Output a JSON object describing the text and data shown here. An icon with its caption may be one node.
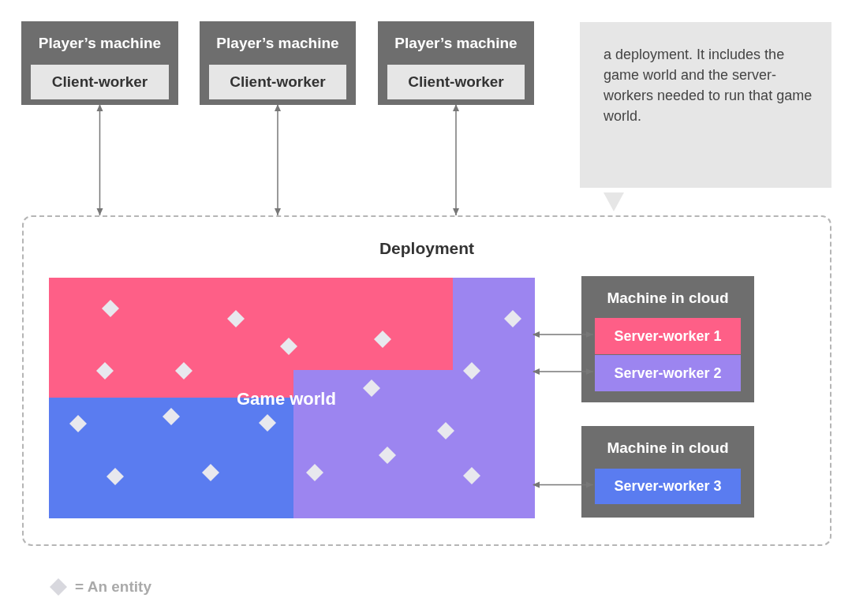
{
  "diagram": {
    "nodes": [
      {
        "text": [
          "Player’s machine"
        ]
      },
      {
        "text": [
          "Client-worker"
        ],
        "in": 0
      },
      {
        "text": [
          "Player’s machine"
        ]
      },
      {
        "text": [
          "Client-worker"
        ],
        "in": 2
      },
      {
        "text": [
          "Player’s machine"
        ]
      },
      {
        "text": [
          "Client-worker"
        ],
        "in": 4
      },
      {
        "text": [
          "a deployment. It includes the game world and the server-workers needed to run that game world."
        ]
      },
      {
        "text": [
          "Deployment"
        ]
      },
      {
        "text": [
          "Game world"
        ],
        "in": 7
      },
      {
        "text": [
          "Machine in cloud"
        ],
        "in": 7
      },
      {
        "text": [
          "Server-worker 1"
        ],
        "in": 9
      },
      {
        "text": [
          "Server-worker 2"
        ],
        "in": 9
      },
      {
        "text": [
          "Machine in cloud"
        ],
        "in": 7
      },
      {
        "text": [
          "Server-worker 3"
        ],
        "in": 12
      }
    ],
    "edges": [
      {
        "from": 0,
        "to": 7,
        "arrow": "both"
      },
      {
        "from": 2,
        "to": 7,
        "arrow": "both"
      },
      {
        "from": 4,
        "to": 7,
        "arrow": "both"
      },
      {
        "from": 8,
        "to": 10,
        "arrow": "both"
      },
      {
        "from": 8,
        "to": 11,
        "arrow": "both"
      },
      {
        "from": 8,
        "to": 13,
        "arrow": "both"
      }
    ],
    "legend": [
      {
        "text": "= An entity"
      }
    ]
  }
}
